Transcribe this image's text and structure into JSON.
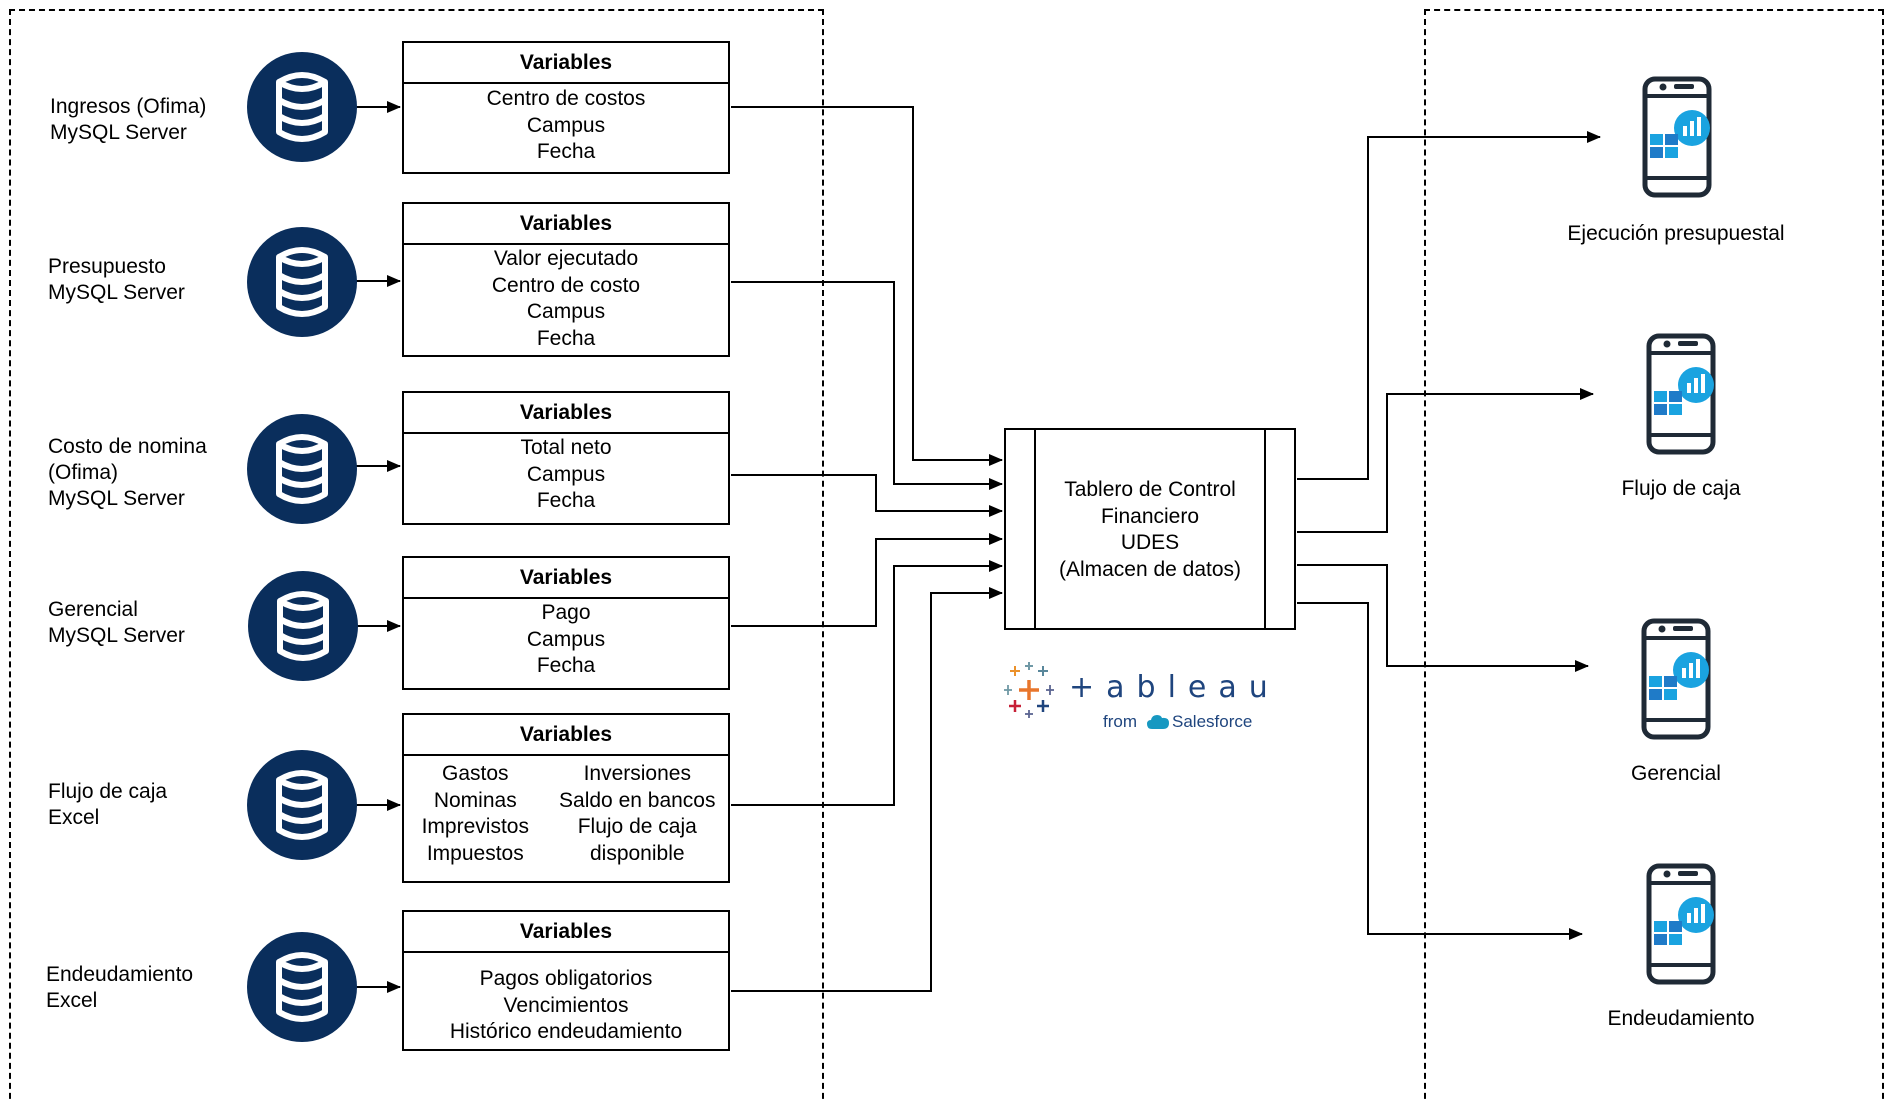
{
  "sources": [
    {
      "label_lines": [
        "Ingresos (Ofima)",
        "MySQL Server"
      ],
      "icon": "database-icon",
      "box": {
        "title": "Variables",
        "items": [
          "Centro de costos",
          "Campus",
          "Fecha"
        ]
      }
    },
    {
      "label_lines": [
        "Presupuesto",
        "MySQL Server"
      ],
      "icon": "database-icon",
      "box": {
        "title": "Variables",
        "items": [
          "Valor ejecutado",
          "Centro de costo",
          "Campus",
          "Fecha"
        ]
      }
    },
    {
      "label_lines": [
        "Costo de nomina",
        "(Ofima)",
        "MySQL Server"
      ],
      "icon": "database-icon",
      "box": {
        "title": "Variables",
        "items": [
          "Total neto",
          "Campus",
          "Fecha"
        ]
      }
    },
    {
      "label_lines": [
        "Gerencial",
        "MySQL Server"
      ],
      "icon": "database-icon",
      "box": {
        "title": "Variables",
        "items": [
          "Pago",
          "Campus",
          "Fecha"
        ]
      }
    },
    {
      "label_lines": [
        "Flujo de caja",
        "Excel"
      ],
      "icon": "database-icon",
      "box": {
        "title": "Variables",
        "col_left": [
          "Gastos",
          "Nominas",
          "Imprevistos",
          "Impuestos"
        ],
        "col_right": [
          "Inversiones",
          "Saldo en bancos",
          "Flujo de caja",
          "disponible"
        ]
      }
    },
    {
      "label_lines": [
        "Endeudamiento",
        "Excel"
      ],
      "icon": "database-icon",
      "box": {
        "title": "Variables",
        "items": [
          "Pagos obligatorios",
          "Vencimientos",
          "Histórico endeudamiento"
        ]
      }
    }
  ],
  "center": {
    "lines": [
      "Tablero de Control",
      "Financiero",
      "UDES",
      "(Almacen de datos)"
    ]
  },
  "logo": {
    "wordmark": "+ableau",
    "from": "from",
    "brand": "Salesforce"
  },
  "outputs": [
    {
      "label": "Ejecución presupuestal",
      "icon": "mobile-dashboard-icon"
    },
    {
      "label": "Flujo de caja",
      "icon": "mobile-dashboard-icon"
    },
    {
      "label": "Gerencial",
      "icon": "mobile-dashboard-icon"
    },
    {
      "label": "Endeudamiento",
      "icon": "mobile-dashboard-icon"
    }
  ],
  "colors": {
    "database": "#0a2e5c",
    "phone_frame": "#1f2a36",
    "phone_accent": "#1aa3e0",
    "tableau_text": "#1f457e"
  }
}
